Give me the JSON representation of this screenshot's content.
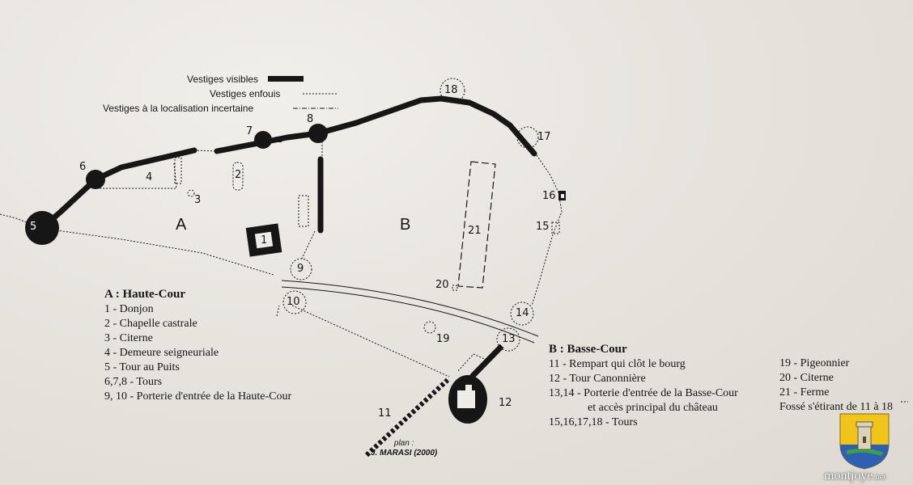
{
  "legend": {
    "visible": "Vestiges visibles",
    "buried": "Vestiges enfouis",
    "uncertain": "Vestiges à la localisation incertaine"
  },
  "zones": {
    "a": "A",
    "b": "B"
  },
  "markers": [
    "1",
    "2",
    "3",
    "4",
    "5",
    "6",
    "7",
    "8",
    "9",
    "10",
    "11",
    "12",
    "13",
    "14",
    "15",
    "16",
    "17",
    "18",
    "19",
    "20",
    "21"
  ],
  "key_a": {
    "title": "A : Haute-Cour",
    "items": [
      "1 - Donjon",
      "2 - Chapelle castrale",
      "3 - Citerne",
      "4 - Demeure seigneuriale",
      "5 - Tour au Puits",
      "6,7,8 - Tours",
      "9, 10 - Porterie d'entrée de la Haute-Cour"
    ]
  },
  "key_b": {
    "title": "B : Basse-Cour",
    "items": [
      "11 - Rempart qui clôt le bourg",
      "12 - Tour Canonnière",
      "13,14 - Porterie d'entrée de la Basse-Cour",
      "et accès principal du château",
      "15,16,17,18 - Tours"
    ]
  },
  "key_c": {
    "items": [
      "19 - Pigeonnier",
      "20 - Citerne",
      "21 - Ferme",
      "Fossé s'étirant de 11 à 18"
    ]
  },
  "credit": {
    "line1": "plan :",
    "line2": "J. MARASI (2000)"
  },
  "watermark": {
    "site": "montjoye",
    "tld": ".net"
  },
  "colors": {
    "ink": "#161616",
    "paper": "#e7e4de",
    "crest_yellow": "#f0c419",
    "crest_blue": "#2f5fb0"
  }
}
